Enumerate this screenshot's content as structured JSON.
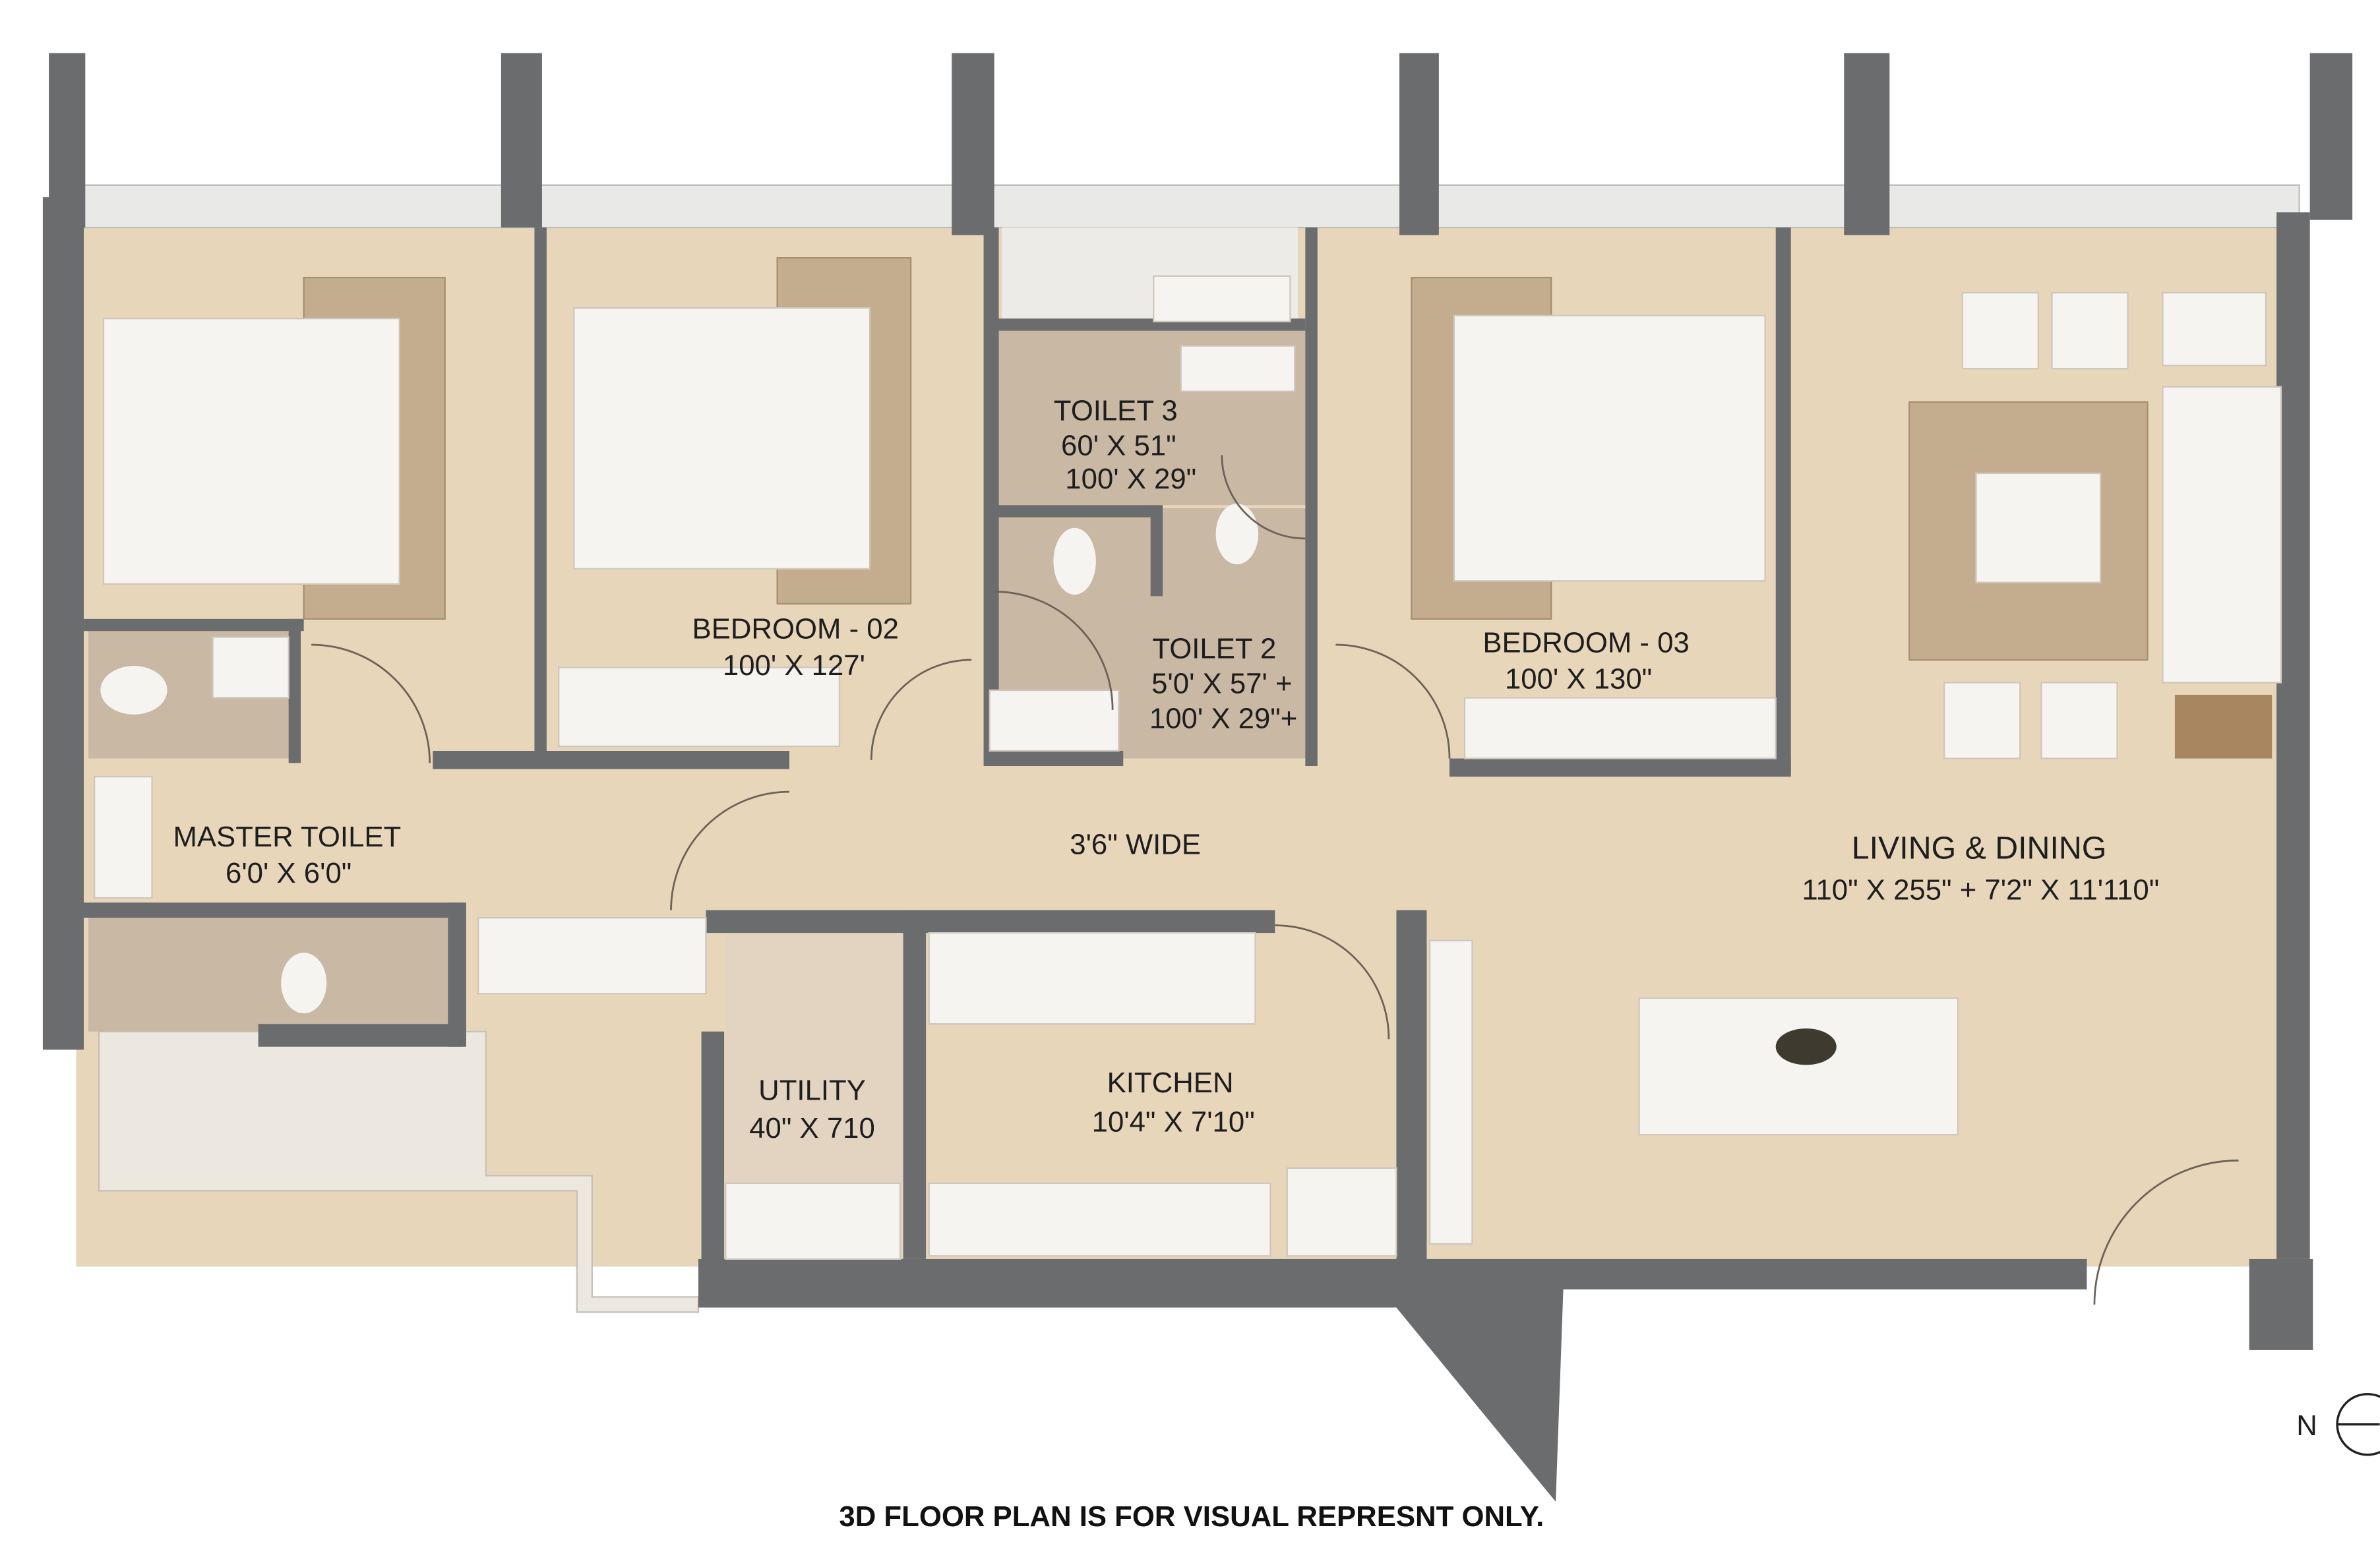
{
  "rooms": {
    "bedroom_02": {
      "name": "BEDROOM - 02",
      "size": "100' X 127'"
    },
    "toilet_3": {
      "name": "TOILET 3",
      "size_1": "60' X 51\"",
      "size_2": "100' X 29\""
    },
    "toilet_2": {
      "name": "TOILET 2",
      "size_1": "5'0' X 57' +",
      "size_2": "100' X 29\"+"
    },
    "bedroom_03": {
      "name": "BEDROOM - 03",
      "size": "100' X 130\""
    },
    "master_toilet": {
      "name": "MASTER TOILET",
      "size": "6'0' X 6'0\""
    },
    "passage": {
      "name": "3'6\" WIDE"
    },
    "living_dining": {
      "name": "LIVING & DINING",
      "size": "110\" X 255\" + 7'2\" X 11'110\""
    },
    "utility": {
      "name": "UTILITY",
      "size": "40\" X 710"
    },
    "kitchen": {
      "name": "KITCHEN",
      "size": "10'4\" X 7'10\""
    }
  },
  "north_indicator": "N",
  "disclaimer": "3D FLOOR PLAN IS FOR VISUAL REPRESNT ONLY.",
  "colors": {
    "wall": "#6b6c6e",
    "floor": "#e8d6bb",
    "toilet_tile": "#c9b8a3",
    "furniture": "#f6f4f1"
  }
}
